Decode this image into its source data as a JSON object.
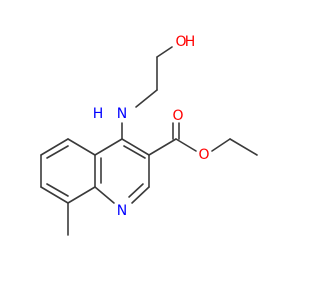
{
  "molecule": {
    "atoms": [
      {
        "id": "O1",
        "label": "O",
        "color": "#ff0000"
      },
      {
        "id": "H1",
        "label": "H",
        "color": "#ff0000"
      },
      {
        "id": "N1",
        "label": "N",
        "color": "#0000ff"
      },
      {
        "id": "H2",
        "label": "H",
        "color": "#0000ff"
      },
      {
        "id": "O2",
        "label": "O",
        "color": "#ff0000"
      },
      {
        "id": "O3",
        "label": "O",
        "color": "#ff0000"
      },
      {
        "id": "N2",
        "label": "N",
        "color": "#0000ff"
      }
    ]
  }
}
